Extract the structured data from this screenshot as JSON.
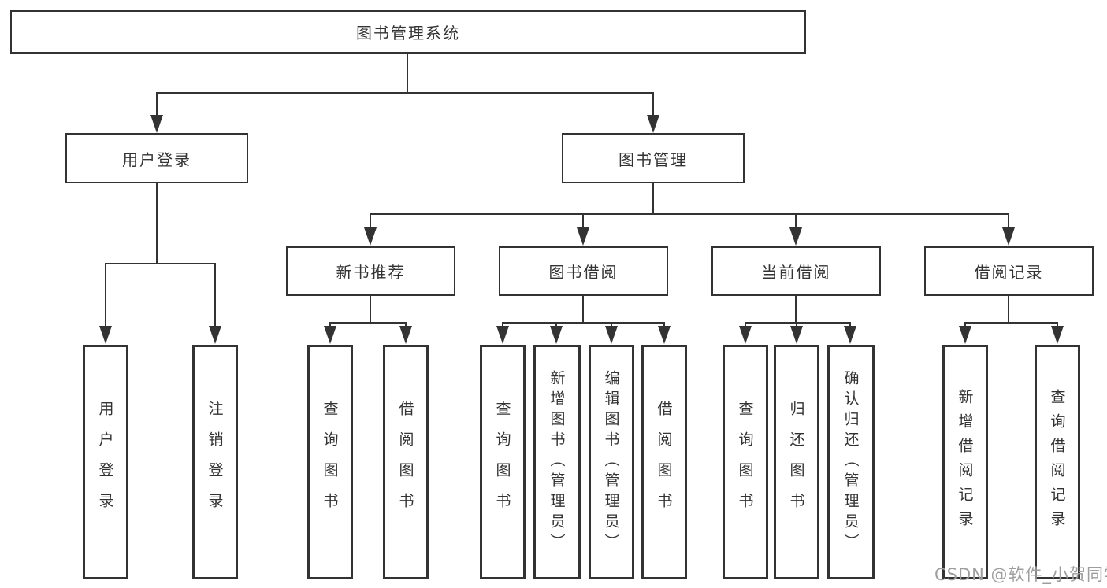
{
  "colors": {
    "line": "#333333",
    "text": "#333333",
    "background": "#ffffff",
    "watermark": "#9e9e9e"
  },
  "tree": {
    "root": {
      "label": "图书管理系统"
    },
    "level2": [
      {
        "label": "用户登录",
        "parent": "图书管理系统"
      },
      {
        "label": "图书管理",
        "parent": "图书管理系统"
      }
    ],
    "level3": [
      {
        "label": "新书推荐",
        "parent": "图书管理"
      },
      {
        "label": "图书借阅",
        "parent": "图书管理"
      },
      {
        "label": "当前借阅",
        "parent": "图书管理"
      },
      {
        "label": "借阅记录",
        "parent": "图书管理"
      }
    ],
    "leaves": [
      {
        "label": "用户登录",
        "parent": "用户登录"
      },
      {
        "label": "注销登录",
        "parent": "用户登录"
      },
      {
        "label": "查询图书",
        "parent": "新书推荐"
      },
      {
        "label": "借阅图书",
        "parent": "新书推荐"
      },
      {
        "label": "查询图书",
        "parent": "图书借阅"
      },
      {
        "label": "新增图书（管理员）",
        "parent": "图书借阅"
      },
      {
        "label": "编辑图书（管理员）",
        "parent": "图书借阅"
      },
      {
        "label": "借阅图书",
        "parent": "图书借阅"
      },
      {
        "label": "查询图书",
        "parent": "当前借阅"
      },
      {
        "label": "归还图书",
        "parent": "当前借阅"
      },
      {
        "label": "确认归还（管理员）",
        "parent": "当前借阅"
      },
      {
        "label": "新增借阅记录",
        "parent": "借阅记录"
      },
      {
        "label": "查询借阅记录",
        "parent": "借阅记录"
      }
    ]
  },
  "watermark": {
    "text": "CSDN @软件_小贺同学"
  }
}
